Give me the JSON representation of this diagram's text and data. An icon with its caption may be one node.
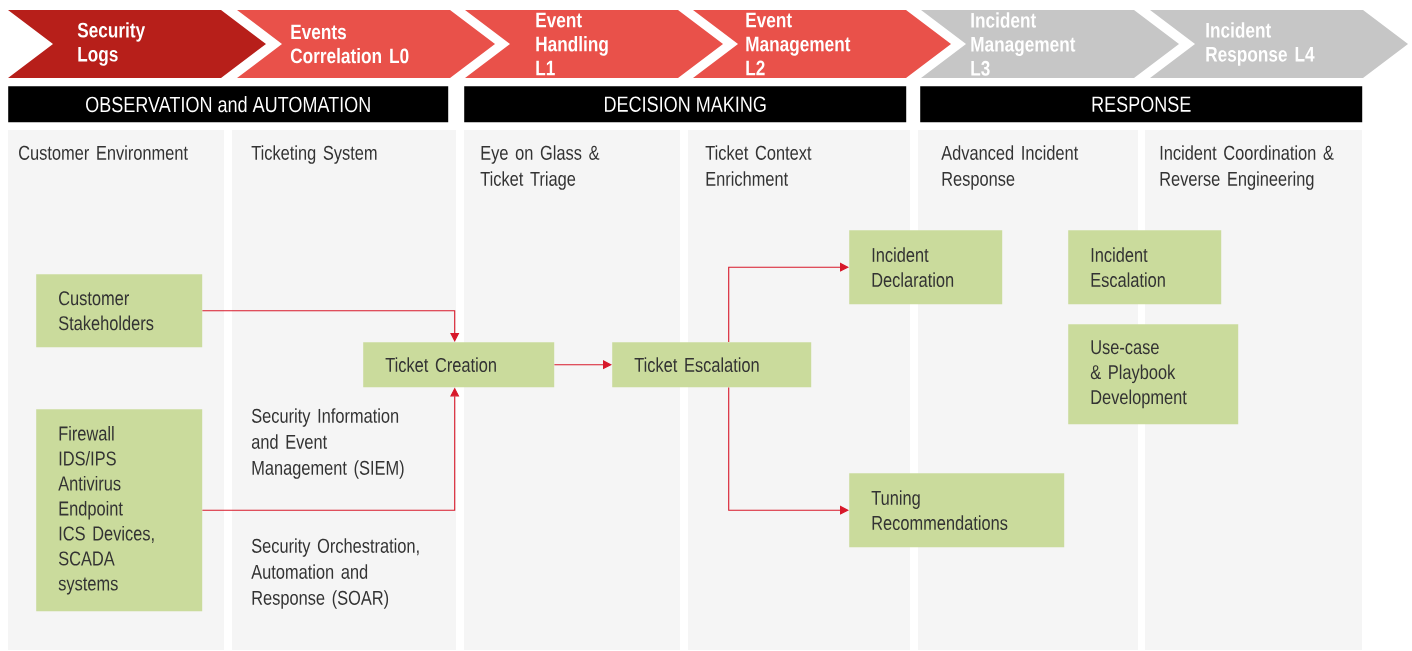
{
  "diagram": {
    "nodes": [
      {
        "text": [
          "Security Logs"
        ]
      },
      {
        "text": [
          "Events Correlation L0"
        ]
      },
      {
        "text": [
          "Event Handling L1"
        ]
      },
      {
        "text": [
          "Event Management L2"
        ]
      },
      {
        "text": [
          "Incident Management L3"
        ]
      },
      {
        "text": [
          "Incident Response L4"
        ]
      },
      {
        "text": [
          "OBSERVATION and AUTOMATION"
        ]
      },
      {
        "text": [
          "DECISION MAKING"
        ]
      },
      {
        "text": [
          "RESPONSE"
        ]
      },
      {
        "text": [
          "Customer Stakeholders"
        ]
      },
      {
        "text": [
          "Firewall",
          "IDS/IPS",
          "Antivirus",
          "Endpoint",
          "ICS Devices, SCADA systems"
        ]
      },
      {
        "text": [
          "Ticket Creation"
        ]
      },
      {
        "text": [
          "Ticket Escalation"
        ]
      },
      {
        "text": [
          "Incident Declaration"
        ]
      },
      {
        "text": [
          "Tuning Recommendations"
        ]
      },
      {
        "text": [
          "Incident Escalation"
        ]
      },
      {
        "text": [
          "Use-case & Playbook Development"
        ]
      }
    ],
    "edges": [
      {
        "from": 9,
        "to": 11,
        "arrow": "to"
      },
      {
        "from": 10,
        "to": 11,
        "arrow": "to"
      },
      {
        "from": 11,
        "to": 12,
        "arrow": "to"
      },
      {
        "from": 12,
        "to": 13,
        "arrow": "to"
      },
      {
        "from": 12,
        "to": 14,
        "arrow": "to"
      }
    ],
    "labels": [
      "Customer Environment",
      "Ticketing System",
      "Eye on Glass & Ticket Triage",
      "Ticket Context Enrichment",
      "Advanced Incident Response",
      "Incident Coordination & Reverse Engineering",
      "Security Information and Event Management (SIEM)",
      "Security Orchestration, Automation and Response (SOAR)"
    ]
  }
}
